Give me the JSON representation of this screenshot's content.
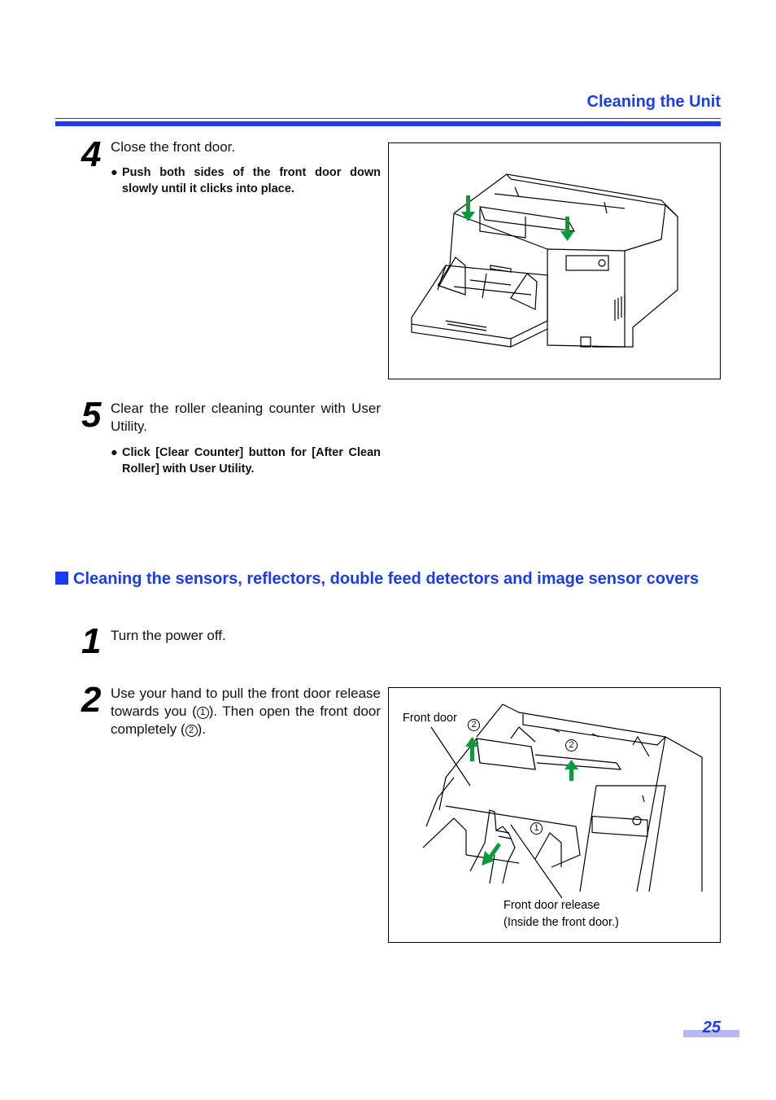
{
  "header": {
    "title": "Cleaning the Unit"
  },
  "steps_a": [
    {
      "number": "4",
      "text": "Close the front door.",
      "bullet": "Push both sides of the front door down slowly until it clicks into place."
    },
    {
      "number": "5",
      "text": "Clear the roller cleaning counter with User Utility.",
      "bullet": "Click [Clear Counter] button for [After Clean Roller] with User Utility."
    }
  ],
  "section": {
    "title": "Cleaning the sensors, reflectors, double feed detectors and image sensor covers"
  },
  "steps_b": [
    {
      "number": "1",
      "text": "Turn the power off."
    },
    {
      "number": "2",
      "text_part1": "Use your hand to pull the front door release towards you (",
      "marker1": "1",
      "text_part2": "). Then open the front door completely (",
      "marker2": "2",
      "text_part3": ")."
    }
  ],
  "figure2": {
    "label_front_door": "Front door",
    "marker_2": "2",
    "marker_1": "1",
    "label_release_line1": "Front door release",
    "label_release_line2": "(Inside the front door.)"
  },
  "footer": {
    "page_number": "25"
  },
  "colors": {
    "accent": "#1a3cf0",
    "arrow_green": "#0a9a3c",
    "page_bar": "#b8b8f0"
  }
}
